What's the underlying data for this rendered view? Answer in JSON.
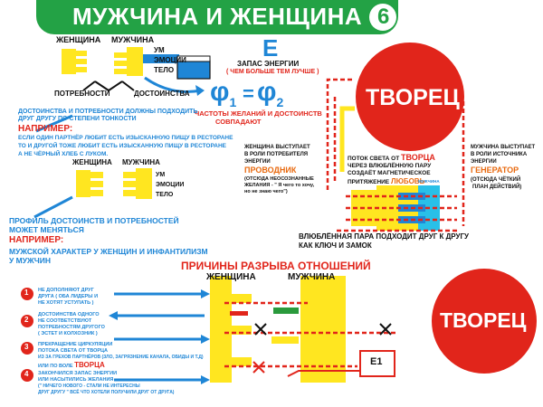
{
  "colors": {
    "green": "#23a245",
    "yellow": "#ffe620",
    "blue": "#1f86d6",
    "red": "#e1251b",
    "cyan": "#29c0e8"
  },
  "header": {
    "title": "МУЖЧИНА И ЖЕНЩИНА",
    "number": "6"
  },
  "top": {
    "woman": "ЖЕНЩИНА",
    "man": "МУЖЧИНА",
    "um": "УМ",
    "emotions": "ЭМОЦИИ",
    "body": "ТЕЛО",
    "needs": "ПОТРЕБНОСТИ",
    "virtues": "ДОСТОИНСТВА",
    "e_letter": "Е",
    "energy_reserve": "ЗАПАС ЭНЕРГИИ",
    "energy_note": "( ЧЕМ БОЛЬШЕ ТЕМ ЛУЧШЕ )",
    "phi1": "φ",
    "phi1_sub": "1",
    "phi_eq": "=",
    "phi2": "φ",
    "phi2_sub": "2",
    "freq1": "ЧАСТОТЫ ЖЕЛАНИЙ И ДОСТОИНСТВ",
    "freq2": "СОВПАДАЮТ"
  },
  "left": {
    "l1": "ДОСТОИНСТВА И ПОТРЕБНОСТИ ДОЛЖНЫ ПОДХОДИТЬ",
    "l2": "ДРУГ ДРУГУ ПО СТЕПЕНИ ТОНКОСТИ",
    "example": "НАПРИМЕР:",
    "e1": "ЕСЛИ ОДИН ПАРТНЁР ЛЮБИТ ЕСТЬ ИЗЫСКАННУЮ ПИЩУ В РЕСТОРАНЕ",
    "e2": "ТО И ДРУГОЙ ТОЖЕ ЛЮБИТ ЕСТЬ ИЗЫСКАННУЮ ПИЩУ В РЕСТОРАНЕ",
    "e3": "А НЕ ЧЁРНЫЙ ХЛЕБ С ЛУКОМ.",
    "woman": "ЖЕНЩИНА",
    "man": "МУЖЧИНА",
    "um": "УМ",
    "emotions": "ЭМОЦИИ",
    "body": "ТЕЛО",
    "p1": "ПРОФИЛЬ ДОСТОИНСТВ И ПОТРЕБНОСТЕЙ",
    "p2": "МОЖЕТ МЕНЯТЬСЯ",
    "example2": "НАПРИМЕР:",
    "m1": "МУЖСКОЙ ХАРАКТЕР У ЖЕНЩИН И ИНФАНТИЛИЗМ",
    "m2": "У МУЖЧИН"
  },
  "creator": {
    "label": "ТВОРЕЦ",
    "wl1": "ЖЕНЩИНА ВЫСТУПАЕТ",
    "wl2": "В РОЛИ ПОТРЕБИТЕЛЯ",
    "wl3": "ЭНЕРГИИ",
    "wl4": "ПРОВОДНИК",
    "wl5": "(ОТСЮДА НЕОСОЗНАННЫЕ",
    "wl6": "ЖЕЛАНИЯ - \" Я чего то хочу,",
    "wl7": "но не знаю чего\")",
    "fl1": "ПОТОК СВЕТА ОТ",
    "fl1b": "ТВОРЦА",
    "fl2": "ЧЕРЕЗ ВЛЮБЛЁННУЮ ПАРУ",
    "fl3": "СОЗДАЁТ МАГНЕТИЧЕСКОЕ",
    "fl4": "ПРИТЯЖЕНИЕ",
    "fl4b": "ЛЮБОВЬ",
    "man_small": "МУЖЧИНА",
    "ml1": "МУЖЧИНА ВЫСТУПАЕТ",
    "ml2": "В РОЛИ ИСТОЧНИКА",
    "ml3": "ЭНЕРГИИ",
    "ml4": "ГЕНЕРАТОР",
    "ml5": "(ОТСЮДА ЧЁТКИЙ",
    "ml6": "ПЛАН ДЕЙСТВИЙ)",
    "k1": "ВЛЮБЛЁННАЯ ПАРА ПОДХОДИТ ДРУГ К ДРУГУ",
    "k2": "КАК КЛЮЧ И ЗАМОК"
  },
  "bottom": {
    "title": "ПРИЧИНЫ РАЗРЫВА ОТНОШЕНИЙ",
    "woman": "ЖЕНЩИНА",
    "man": "МУЖЧИНА",
    "creator": "ТВОРЕЦ",
    "e1": "E1",
    "reasons": [
      {
        "n": "1",
        "lines": [
          "НЕ ДОПОЛНЯЮТ ДРУГ",
          "ДРУГА ( ОБА ЛИДЕРЫ И",
          "НЕ ХОТЯТ УСТУПАТЬ )"
        ]
      },
      {
        "n": "2",
        "lines": [
          "ДОСТОИНСТВА ОДНОГО",
          "НЕ СООТВЕТСТВУЮТ",
          "ПОТРЕБНОСТЯМ ДРУГОГО",
          "( ЭСТЕТ И КОЛХОЗНИК )"
        ]
      },
      {
        "n": "3",
        "lines": [
          "ПРЕКРАЩЕНИЕ ЦИРКУЛЯЦИИ",
          "ПОТОКА СВЕТА ОТ ТВОРЦА",
          "ИЗ ЗА ГРЕХОВ ПАРТНЁРОВ (ЗЛО, ЗАГРЯЗНЕНИЕ КАНАЛА, ОБИДЫ И Т.Д)",
          "ИЛИ ПО ВОЛЕ",
          "ТВОРЦА"
        ]
      },
      {
        "n": "4",
        "lines": [
          "ЗАКОНЧИЛСЯ ЗАПАС ЭНЕРГИИ",
          "ИЛИ НАСЫТИЛИСЬ ЖЕЛАНИЯ",
          "(\" НИЧЕГО НОВОГО - СТАЛИ НЕ ИНТЕРЕСНЫ",
          "ДРУГ ДРУГУ \" ВСЁ ЧТО ХОТЕЛИ ПОЛУЧИЛИ ДРУГ ОТ ДРУГА)"
        ]
      }
    ]
  }
}
